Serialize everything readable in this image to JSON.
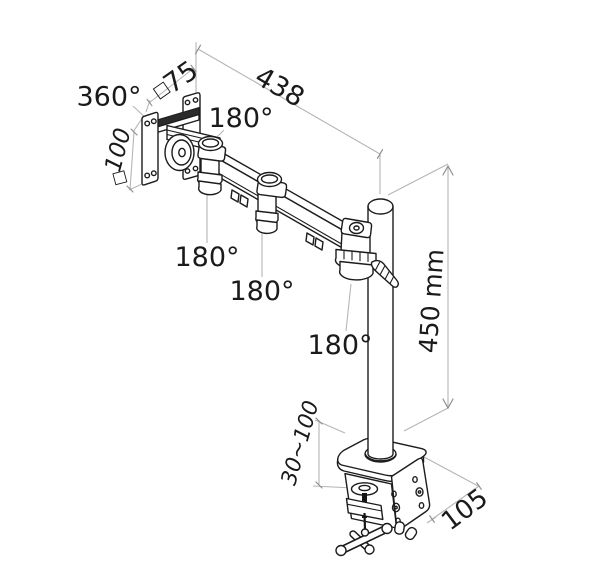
{
  "diagram": {
    "type": "technical line drawing",
    "subject": "Desk-clamp single monitor arm, isometric projection with dimensions",
    "colors": {
      "background": "#ffffff",
      "line": "#1c1c1c",
      "dimension_line": "#b5b5b5",
      "label_text": "#1a1a1a"
    },
    "labels": {
      "swivel_rotation": "360°",
      "vesa_75_square": "□",
      "vesa_75": "75",
      "arm_reach": "438",
      "head_rotation": "180°",
      "vesa_100": "100",
      "vesa_100_square": "□",
      "elbow_rotation": "180°",
      "mid_joint_rotation": "180°",
      "pole_rotation": "180°",
      "pole_height": "450 mm",
      "clamp_range": "30~100",
      "clamp_depth": "105"
    }
  }
}
